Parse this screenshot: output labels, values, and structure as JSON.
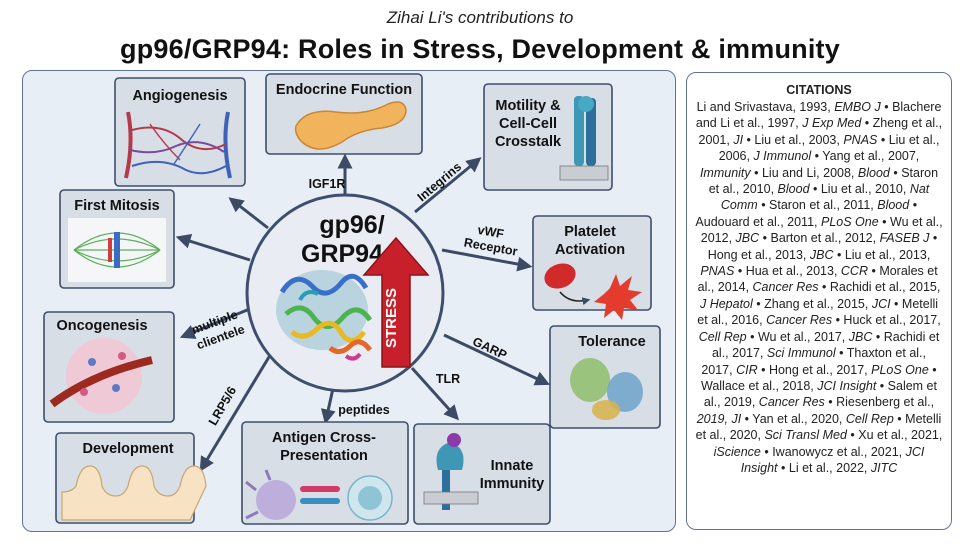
{
  "header": {
    "subtitle": "Zihai Li's contributions to",
    "title": "gp96/GRP94: Roles in Stress, Development & immunity"
  },
  "center": {
    "line1": "gp96/",
    "line2": "GRP94",
    "stress": "STRESS"
  },
  "boxes": {
    "angiogenesis": "Angiogenesis",
    "endocrine": "Endocrine Function",
    "motility_1": "Motility &",
    "motility_2": "Cell-Cell",
    "motility_3": "Crosstalk",
    "mitosis": "First Mitosis",
    "platelet_1": "Platelet",
    "platelet_2": "Activation",
    "oncogenesis": "Oncogenesis",
    "tolerance": "Tolerance",
    "development": "Development",
    "antigen_1": "Antigen Cross-",
    "antigen_2": "Presentation",
    "innate_1": "Innate",
    "innate_2": "Immunity"
  },
  "arrow_labels": {
    "igf1r": "IGF1R",
    "integrins": "Integrins",
    "vwf_1": "vWF",
    "vwf_2": "Receptor",
    "multiple_1": "multiple",
    "multiple_2": "clientele",
    "garp": "GARP",
    "tlr": "TLR",
    "lrp": "LRP5/6",
    "peptides": "peptides"
  },
  "citations": {
    "heading": "CITATIONS",
    "entries": [
      {
        "text": "Li and Srivastava, 1993, ",
        "journal": "EMBO J"
      },
      {
        "text": "Blachere and Li et al., 1997, ",
        "journal": "J Exp Med"
      },
      {
        "text": "Zheng et al., 2001, ",
        "journal": "JI"
      },
      {
        "text": "Liu et al., 2003, ",
        "journal": "PNAS"
      },
      {
        "text": "Liu et al., 2006, ",
        "journal": "J Immunol"
      },
      {
        "text": "Yang et al., 2007, ",
        "journal": "Immunity"
      },
      {
        "text": "Liu and Li, 2008, ",
        "journal": "Blood"
      },
      {
        "text": "Staron et al., 2010, ",
        "journal": "Blood"
      },
      {
        "text": "Liu et al., 2010, ",
        "journal": "Nat Comm"
      },
      {
        "text": "Staron et al., 2011, ",
        "journal": "Blood"
      },
      {
        "text": "Audouard et al., 2011, ",
        "journal": "PLoS One"
      },
      {
        "text": "Wu et al., 2012, ",
        "journal": "JBC"
      },
      {
        "text": "Barton et al., 2012, ",
        "journal": "FASEB J"
      },
      {
        "text": "Hong et al., 2013, ",
        "journal": "JBC"
      },
      {
        "text": "Liu et al., 2013, ",
        "journal": "PNAS"
      },
      {
        "text": "Hua et al., 2013, ",
        "journal": "CCR"
      },
      {
        "text": "Morales et al., 2014, ",
        "journal": "Cancer Res"
      },
      {
        "text": "Rachidi et al., 2015, ",
        "journal": "J Hepatol"
      },
      {
        "text": "Zhang et al., 2015, ",
        "journal": "JCI"
      },
      {
        "text": "Metelli et al., 2016, ",
        "journal": "Cancer Res"
      },
      {
        "text": "Huck et al., 2017, ",
        "journal": "Cell Rep"
      },
      {
        "text": "Wu et al., 2017, ",
        "journal": "JBC"
      },
      {
        "text": "Rachidi et al., 2017, ",
        "journal": "Sci Immunol"
      },
      {
        "text": "Thaxton et al., 2017, ",
        "journal": "CIR"
      },
      {
        "text": "Hong et al., 2017, ",
        "journal": "PLoS One"
      },
      {
        "text": "Wallace et al., 2018, ",
        "journal": "JCI Insight"
      },
      {
        "text": "Salem et al., 2019, ",
        "journal": "Cancer Res"
      },
      {
        "text": "Riesenberg et al., ",
        "journal": "2019, JI"
      },
      {
        "text": "Yan et al., 2020, ",
        "journal": "Cell Rep"
      },
      {
        "text": "Metelli et al., 2020, ",
        "journal": "Sci Transl Med"
      },
      {
        "text": "Xu et al., 2021, ",
        "journal": "iScience"
      },
      {
        "text": "Iwanowycz et al., 2021, ",
        "journal": "JCI Insight"
      },
      {
        "text": "Li et al., 2022, ",
        "journal": "JITC"
      }
    ]
  },
  "colors": {
    "panel_bg": "#e8eef6",
    "border": "#5d7496",
    "circle_fill": "#e9edf3",
    "stress_red": "#c8202a",
    "box_fill": "#d8dee6"
  }
}
